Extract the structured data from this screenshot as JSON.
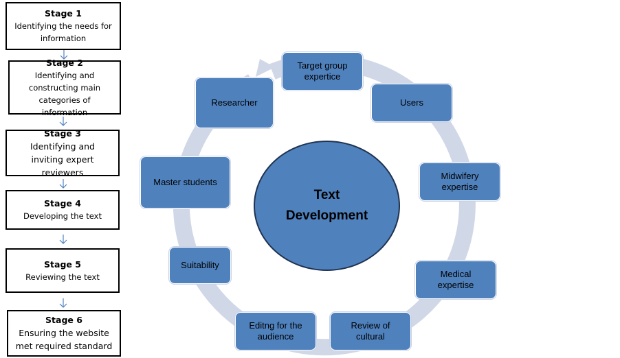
{
  "stages": [
    {
      "title": "Stage 1",
      "text": "Identifying the needs for information"
    },
    {
      "title": "Stage 2",
      "text": "Identifying and constructing main categories of information"
    },
    {
      "title": "Stage 3",
      "text": "Identifying and inviting expert reviewers"
    },
    {
      "title": "Stage 4",
      "text": "Developing the text"
    },
    {
      "title": "Stage 5",
      "text": "Reviewing the text"
    },
    {
      "title": "Stage 6",
      "text": "Ensuring the website met required standard"
    }
  ],
  "cycle": {
    "center_line1": "Text",
    "center_line2": "Development",
    "nodes": [
      "Target group expertice",
      "Users",
      "Midwifery expertise",
      "Medical expertise",
      "Review of cultural",
      "Editng for the audience",
      "Suitability",
      "Master students",
      "Researcher"
    ]
  },
  "colors": {
    "node": "#4f81bd",
    "ring": "#d0d7e6",
    "arrow": "#4f81bd"
  }
}
